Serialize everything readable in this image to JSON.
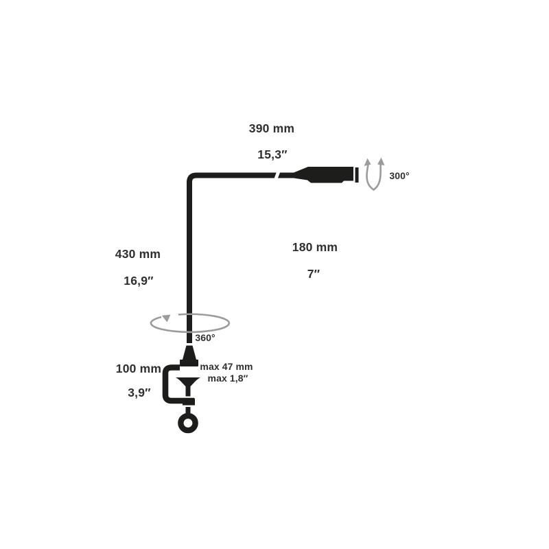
{
  "diagram": {
    "type": "lamp-dimension-drawing",
    "labels": {
      "arm_length_mm": "390 mm",
      "arm_length_in": "15,3″",
      "head_rotation": "300°",
      "stem_height_mm": "430 mm",
      "stem_height_in": "16,9″",
      "head_length_mm": "180 mm",
      "head_length_in": "7″",
      "base_rotation": "360°",
      "clamp_height_mm": "100 mm",
      "clamp_height_in": "3,9″",
      "clamp_capacity_mm": "max 47 mm",
      "clamp_capacity_in": "max 1,8″"
    },
    "colors": {
      "lamp": "#1d1d1b",
      "arrow": "#9b9b9b",
      "text": "#2f2f2f",
      "background": "#ffffff"
    }
  }
}
